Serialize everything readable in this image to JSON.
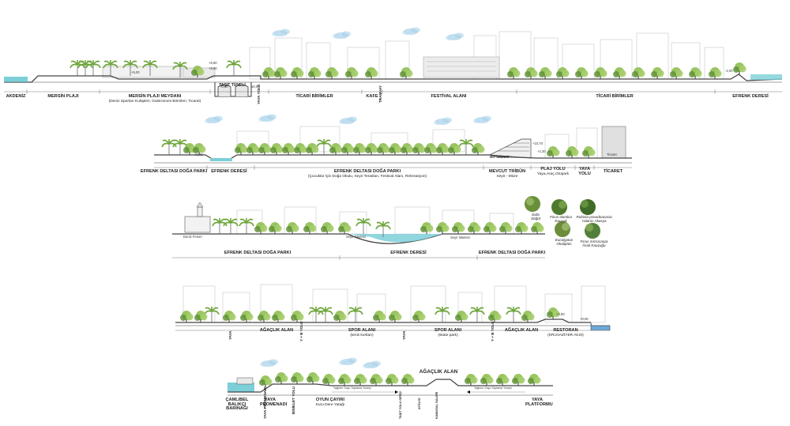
{
  "sections": [
    {
      "zones": [
        {
          "label": "AKDENİZ",
          "sub": ""
        },
        {
          "label": "MERSİN PLAJI",
          "sub": ""
        },
        {
          "label": "MERSİN PLAJI MEYDANI",
          "sub": "(Deniz Sporları Kulüpleri, Gastronomi Birimleri, Ticaret)"
        },
        {
          "label": "TAŞIT TÜNELİ",
          "sub": ""
        },
        {
          "label": "TİCARİ BİRİMLER",
          "sub": ""
        },
        {
          "label": "KAFE",
          "sub": ""
        },
        {
          "label": "FESTİVAL ALANI",
          "sub": ""
        },
        {
          "label": "TİCARİ BİRİMLER",
          "sub": ""
        },
        {
          "label": "EFRENK DERESİ",
          "sub": ""
        }
      ],
      "vertical": [
        "YAYA YOLU",
        "TRAMVAY"
      ],
      "levels": [
        "+6,50",
        "+5,50",
        "+5,00",
        "+0,00",
        "±0,00",
        "-2,00"
      ]
    },
    {
      "zones": [
        {
          "label": "EFRENK DELTASI DOĞA PARKI",
          "sub": ""
        },
        {
          "label": "EFRENK DERESİ",
          "sub": ""
        },
        {
          "label": "EFRENK DELTASI DOĞA PARKI",
          "sub": "(Çocuklar İçin Doğa Okulu, Seyir Terasları, Festival Alanı, Rekreasyon)"
        },
        {
          "label": "MEVCUT TRİBÜN",
          "sub": "Seyir - Müze"
        },
        {
          "label": "PLAJ YOLU",
          "sub": "Yaya,Araç,Otopark"
        },
        {
          "label": "YAYA YOLU",
          "sub": ""
        },
        {
          "label": "TİCARET",
          "sub": ""
        }
      ],
      "tags": [
        "MİY MÜZESİ",
        "Ticaret"
      ],
      "levels": [
        "+10,70",
        "+2,20",
        "+1,00"
      ]
    },
    {
      "zones": [
        {
          "label": "EFRENK DELTASI DOĞA PARKI",
          "sub": ""
        },
        {
          "label": "EFRENK DERESİ",
          "sub": ""
        },
        {
          "label": "EFRENK DELTASI DOĞA PARKI",
          "sub": ""
        }
      ],
      "tags": [
        "Deniz Feneri",
        "Seyir İskelesi",
        "Seyir İskelesi"
      ],
      "plants": [
        {
          "name": "Salix",
          "sub": "Söğüt"
        },
        {
          "name": "Ficus elastica",
          "sub": "Kauçuk"
        },
        {
          "name": "Robinia pseudoacacia",
          "sub": "Yalancı Akasya"
        },
        {
          "name": "Eucalyptus",
          "sub": "Okaliptüs"
        },
        {
          "name": "Ficus microcarpa",
          "sub": "İsrail Kauçuğu"
        }
      ]
    },
    {
      "zones": [
        {
          "label": "YAYA",
          "sub": ""
        },
        {
          "label": "AĞAÇLIK ALAN",
          "sub": ""
        },
        {
          "label": "Y + B YOLU",
          "sub": ""
        },
        {
          "label": "SPOR ALANI",
          "sub": "(tenis kortları)"
        },
        {
          "label": "YAYA",
          "sub": ""
        },
        {
          "label": "SPOR ALANI",
          "sub": "(skate park)"
        },
        {
          "label": "Y + B YOLU",
          "sub": ""
        },
        {
          "label": "AĞAÇLIK ALAN",
          "sub": ""
        },
        {
          "label": "RESTORAN",
          "sub": "(KRUVAZİYER AKSI)"
        }
      ],
      "levels": [
        "+2,50",
        "+0,00"
      ]
    },
    {
      "zones": [
        {
          "label": "ÇAMLIBEL BALIKÇI BARINAĞI",
          "sub": ""
        },
        {
          "label": "YAYA PROMENADI",
          "sub": ""
        },
        {
          "label": "OYUN ÇAYIRI",
          "sub": "Kuru Dere Yatağı"
        },
        {
          "label": "TAŞIT YOLU GİRİŞİ",
          "sub": ""
        },
        {
          "label": "ATÖLYE",
          "sub": ""
        },
        {
          "label": "KAMUSAL GALERİ",
          "sub": ""
        },
        {
          "label": "YAYA PLATFORMU",
          "sub": ""
        }
      ],
      "vertical": [
        "YAYA PROMENADI",
        "BİSİKLET YOLU"
      ],
      "title": "AĞAÇLIK ALAN",
      "tags": [
        "Yağmur Suyu Toplama Yüzeyi",
        "Yağmur Suyu Toplama Yüzeyi"
      ]
    }
  ],
  "colors": {
    "tree": "#8fbf52",
    "tree_dark": "#5e8f34",
    "water": "#7ccfd8",
    "ground": "#444444",
    "building": "#d9d9d9",
    "sky": "#a9d2ea"
  }
}
